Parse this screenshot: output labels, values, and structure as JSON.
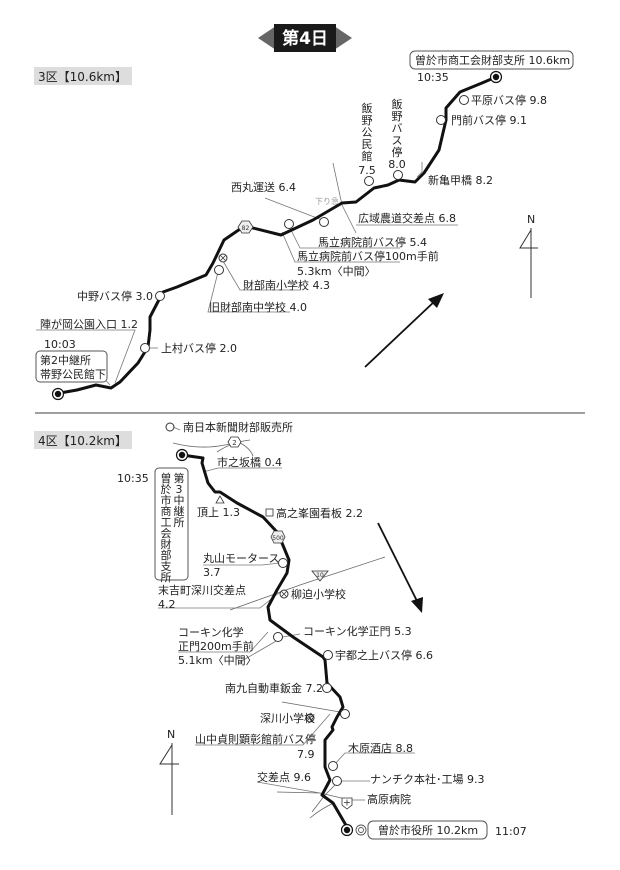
{
  "title": "第4日",
  "s3": {
    "label": "3区【10.6km】",
    "start_name_1": "第2中継所",
    "start_name_2": "帯野公民館下",
    "start_time": "10:03",
    "finish": "曽於市商工会財部支所 10.6km",
    "finish_time": "10:35",
    "points": {
      "jingaoka": "陣が岡公園入口 1.2",
      "kamimura": "上村バス停 2.0",
      "nakano": "中野バス停 3.0",
      "kyu_chugaku": "旧財部南中学校 4.0",
      "shogakko": "財部南小学校 4.3",
      "umatate_100": "馬立病院前バス停100m手前",
      "midpoint": "5.3km〈中間〉",
      "umatate": "馬立病院前バス停 5.4",
      "nishimaru": "西丸運送 6.4",
      "kouiki": "広域農道交差点 6.8",
      "kudari": "下り急",
      "iino_kominkan": [
        "飯",
        "野",
        "公",
        "民",
        "館"
      ],
      "iino_kominkan_km": "7.5",
      "iino_bus": [
        "飯",
        "野",
        "バ",
        "ス",
        "停"
      ],
      "iino_bus_km": "8.0",
      "shinkame": "新亀甲橋 8.2",
      "monzen": "門前バス停 9.1",
      "hirabaru": "平原バス停 9.8"
    },
    "road_no": "82",
    "north": "N"
  },
  "s4": {
    "label": "4区【10.2km】",
    "start_name": [
      "曽",
      "於",
      "市",
      "商",
      "工",
      "会",
      "財",
      "部",
      "支",
      "所"
    ],
    "start_relay": [
      "第",
      "3",
      "中",
      "継",
      "所"
    ],
    "start_time": "10:35",
    "finish": "曽於市役所 10.2km",
    "finish_time": "11:07",
    "points": {
      "minaminihon": "南日本新聞財部販売所",
      "ichinosaka": "市之坂橋 0.4",
      "chojo": "頂上 1.3",
      "takanomine": "高之峯園看板 2.2",
      "maruyama": "丸山モータース",
      "maruyama_km": "3.7",
      "sueyoshi": "末吉町深川交差点",
      "sueyoshi_km": "4.2",
      "yanagisako": "柳迫小学校",
      "kokin_200_1": "コーキン化学",
      "kokin_200_2": "正門200m手前",
      "midpoint": "5.1km〈中間〉",
      "kokin": "コーキン化学正門 5.3",
      "utsunoue": "宇都之上バス停 6.6",
      "nankyu": "南九自動車鈑金 7.2",
      "fukagawa": "深川小学校",
      "yamanaka": "山中貞則顕彰館前バス停",
      "yamanaka_km": "7.9",
      "kihara": "木原酒店 8.8",
      "nanchiku": "ナンチク本社･工場 9.3",
      "kosaten": "交差点 9.6",
      "takahara": "高原病院"
    },
    "road_nos": [
      "2",
      "500",
      "10"
    ],
    "north": "N"
  }
}
